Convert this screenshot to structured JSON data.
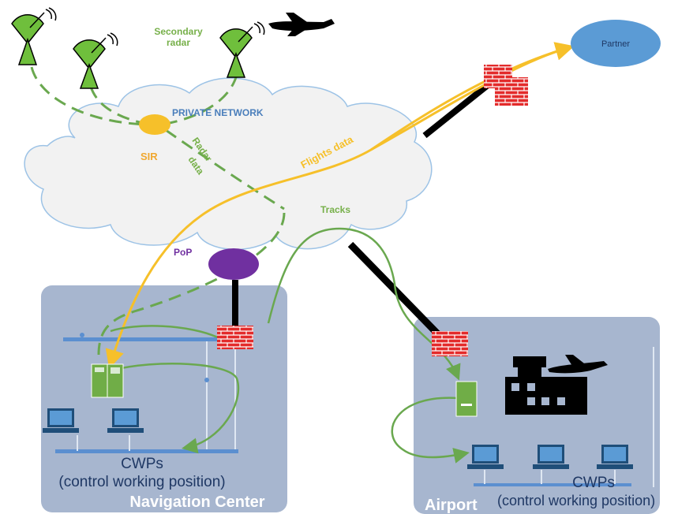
{
  "labels": {
    "secondary_radar_1": "Secondary",
    "secondary_radar_2": "radar",
    "partner": "Partner",
    "private_network": "PRIVATE NETWORK",
    "sir": "SIR",
    "radar_data_1": "Radar",
    "radar_data_2": "data",
    "flights_data": "Flights data",
    "tracks": "Tracks",
    "pop": "PoP",
    "nav_cwps": "CWPs",
    "nav_cwps_desc": "(control working position)",
    "nav_center": "Navigation Center",
    "airport_cwps": "CWPs",
    "airport_cwps_desc": "(control working position)",
    "airport": "Airport"
  },
  "colors": {
    "green": "#6aa84f",
    "label_green": "#77b04a",
    "yellow": "#f6c02a",
    "blue_text": "#4a7ebb",
    "purple": "#7030a0",
    "site_bg": "#a7b6cf",
    "partner": "#5b9bd5",
    "firewall": "#e03030"
  },
  "icons": {
    "radar": "satellite-dish-icon",
    "plane": "airplane-icon",
    "firewall": "brick-firewall-icon",
    "server": "server-icon",
    "laptop": "laptop-icon",
    "airport": "control-tower-airport-icon"
  }
}
